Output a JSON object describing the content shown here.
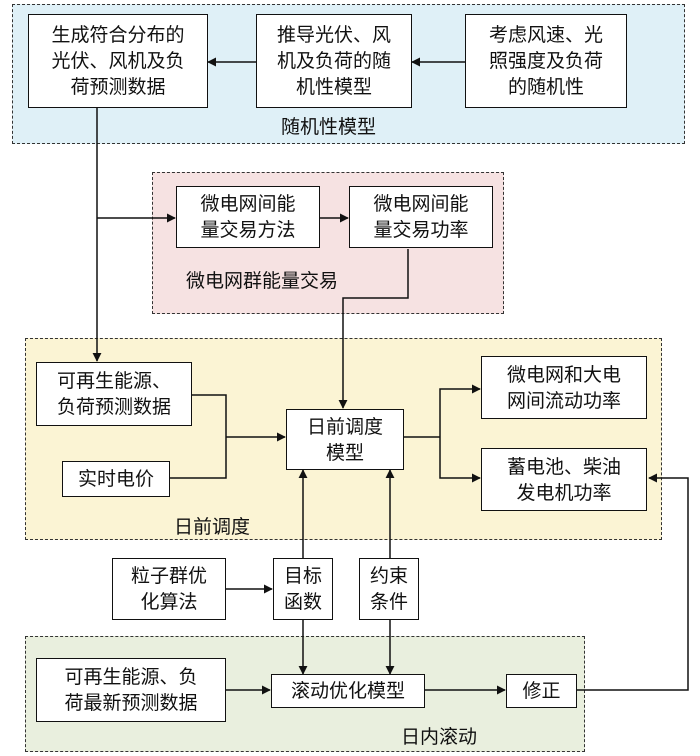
{
  "colors": {
    "stochastic_bg": "#dff0f7",
    "trading_bg": "#f6e2e2",
    "dayahead_bg": "#fbf4d4",
    "intraday_bg": "#e9efde",
    "line": "#111111"
  },
  "regions": {
    "stochastic": "随机性模型",
    "trading": "微电网群能量交易",
    "day_ahead": "日前调度",
    "intraday": "日内滚动"
  },
  "boxes": {
    "generate_data": "生成符合分布的\n光伏、风机及负\n荷预测数据",
    "derive_models": "推导光伏、风\n机及负荷的随\n机性模型",
    "consider_randomness": "考虑风速、光\n照强度及负荷\n的随机性",
    "trading_method": "微电网间能\n量交易方法",
    "trading_power": "微电网间能\n量交易功率",
    "renewable_forecast": "可再生能源、\n负荷预测数据",
    "realtime_price": "实时电价",
    "day_ahead_model": "日前调度\n模型",
    "grid_power": "微电网和大电\n网间流动功率",
    "battery_diesel": "蓄电池、柴油\n发电机功率",
    "pso": "粒子群优\n化算法",
    "objective": "目标\n函数",
    "constraints": "约束\n条件",
    "latest_forecast": "可再生能源、负\n荷最新预测数据",
    "rolling_model": "滚动优化模型",
    "correction": "修正"
  }
}
